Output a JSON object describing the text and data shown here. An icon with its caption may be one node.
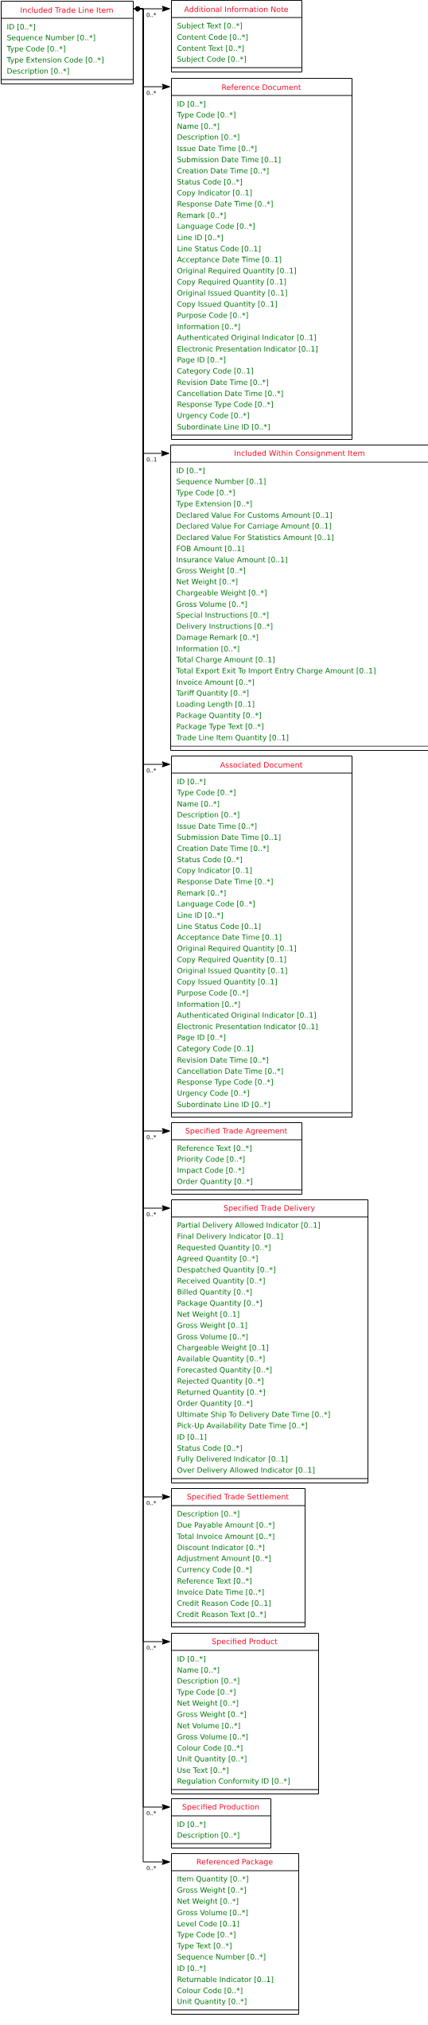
{
  "diagram": {
    "nodes": [
      {
        "text": [
          "Included Trade Line Item",
          "ID [0..*]",
          "Sequence Number [0..*]",
          "Type Code [0..*]",
          "Type Extension Code [0..*]",
          "Description [0..*]"
        ]
      },
      {
        "text": [
          "Additional Information Note",
          "Subject Text [0..*]",
          "Content Code [0..*]",
          "Content Text [0..*]",
          "Subject Code [0..*]"
        ]
      },
      {
        "text": [
          "Reference Document",
          "ID [0..*]",
          "Type Code [0..*]",
          "Name [0..*]",
          "Description [0..*]",
          "Issue Date Time [0..*]",
          "Submission Date Time [0..1]",
          "Creation Date Time [0..*]",
          "Status Code [0..*]",
          "Copy Indicator [0..1]",
          "Response Date Time [0..*]",
          "Remark [0..*]",
          "Language Code [0..*]",
          "Line ID [0..*]",
          "Line Status Code [0..1]",
          "Acceptance Date Time [0..1]",
          "Original Required Quantity [0..1]",
          "Copy Required Quantity [0..1]",
          "Original Issued Quantity [0..1]",
          "Copy Issued Quantity [0..1]",
          "Purpose Code [0..*]",
          "Information [0..*]",
          "Authenticated Original Indicator [0..1]",
          "Electronic Presentation Indicator [0..1]",
          "Page ID [0..*]",
          "Category Code [0..1]",
          "Revision Date Time [0..*]",
          "Cancellation Date Time [0..*]",
          "Response Type Code [0..*]",
          "Urgency Code [0..*]",
          "Subordinate Line ID [0..*]"
        ]
      },
      {
        "text": [
          "Included Within Consignment Item",
          "ID [0..*]",
          "Sequence Number [0..1]",
          "Type Code [0..*]",
          "Type Extension [0..*]",
          "Declared Value For Customs Amount [0..1]",
          "Declared Value For Carriage Amount [0..1]",
          "Declared Value For Statistics Amount [0..1]",
          "FOB Amount [0..1]",
          "Insurance Value Amount [0..1]",
          "Gross Weight [0..*]",
          "Net Weight [0..*]",
          "Chargeable Weight [0..*]",
          "Gross Volume [0..*]",
          "Special Instructions [0..*]",
          "Delivery Instructions [0..*]",
          "Damage Remark [0..*]",
          "Information [0..*]",
          "Total Charge Amount [0..1]",
          "Total Export Exit To Import Entry Charge Amount [0..1]",
          "Invoice Amount [0..*]",
          "Tariff Quantity [0..*]",
          "Loading Length [0..1]",
          "Package Quantity [0..*]",
          "Package Type Text [0..*]",
          "Trade Line Item Quantity [0..1]"
        ]
      },
      {
        "text": [
          "Associated Document",
          "ID [0..*]",
          "Type Code [0..*]",
          "Name [0..*]",
          "Description [0..*]",
          "Issue Date Time [0..*]",
          "Submission Date Time [0..1]",
          "Creation Date Time [0..*]",
          "Status Code [0..*]",
          "Copy Indicator [0..1]",
          "Response Date Time [0..*]",
          "Remark [0..*]",
          "Language Code [0..*]",
          "Line ID [0..*]",
          "Line Status Code [0..1]",
          "Acceptance Date Time [0..1]",
          "Original Required Quantity [0..1]",
          "Copy Required Quantity [0..1]",
          "Original Issued Quantity [0..1]",
          "Copy Issued Quantity [0..1]",
          "Purpose Code [0..*]",
          "Information [0..*]",
          "Authenticated Original Indicator [0..1]",
          "Electronic Presentation Indicator [0..1]",
          "Page ID [0..*]",
          "Category Code [0..1]",
          "Revision Date Time [0..*]",
          "Cancellation Date Time [0..*]",
          "Response Type Code [0..*]",
          "Urgency Code [0..*]",
          "Subordinate Line ID [0..*]"
        ]
      },
      {
        "text": [
          "Specified Trade Agreement",
          "Reference Text [0..*]",
          "Priority Code [0..*]",
          "Impact Code [0..*]",
          "Order Quantity [0..*]"
        ]
      },
      {
        "text": [
          "Specified Trade Delivery",
          "Partial Delivery Allowed Indicator [0..1]",
          "Final Delivery Indicator [0..1]",
          "Requested Quantity [0..*]",
          "Agreed Quantity [0..*]",
          "Despatched Quantity [0..*]",
          "Received Quantity [0..*]",
          "Billed Quantity [0..*]",
          "Package Quantity [0..*]",
          "Net Weight [0..1]",
          "Gross Weight [0..1]",
          "Gross Volume [0..*]",
          "Chargeable Weight [0..1]",
          "Available Quantity [0..*]",
          "Forecasted Quantity [0..*]",
          "Rejected Quantity [0..*]",
          "Returned Quantity [0..*]",
          "Order Quantity [0..*]",
          "Ultimate Ship To Delivery Date Time [0..*]",
          "Pick-Up Availability Date Time [0..*]",
          "ID [0..1]",
          "Status Code [0..*]",
          "Fully Delivered Indicator [0..1]",
          "Over Delivery Allowed Indicator [0..1]"
        ]
      },
      {
        "text": [
          "Specified Trade Settlement",
          "Description [0..*]",
          "Due Payable Amount [0..*]",
          "Total Invoice Amount [0..*]",
          "Discount Indicator [0..*]",
          "Adjustment Amount [0..*]",
          "Currency Code [0..*]",
          "Reference Text [0..*]",
          "Invoice Date Time [0..*]",
          "Credit Reason Code [0..1]",
          "Credit Reason Text [0..*]"
        ]
      },
      {
        "text": [
          "Specified Product",
          "ID [0..*]",
          "Name [0..*]",
          "Description [0..*]",
          "Type Code [0..*]",
          "Net Weight [0..*]",
          "Gross Weight [0..*]",
          "Net Volume [0..*]",
          "Gross Volume [0..*]",
          "Colour Code [0..*]",
          "Unit Quantity [0..*]",
          "Use Text [0..*]",
          "Regulation Conformity ID [0..*]"
        ]
      },
      {
        "text": [
          "Specified Production",
          "ID [0..*]",
          "Description [0..*]"
        ]
      },
      {
        "text": [
          "Referenced Package",
          "Item Quantity [0..*]",
          "Gross Weight [0..*]",
          "Net Weight [0..*]",
          "Gross Volume [0..*]",
          "Level Code [0..1]",
          "Type Code [0..*]",
          "Type Text [0..*]",
          "Sequence Number [0..*]",
          "ID [0..*]",
          "Returnable Indicator [0..1]",
          "Colour Code [0..*]",
          "Unit Quantity [0..*]"
        ]
      }
    ],
    "edges": [
      {
        "from": 0,
        "to": 1,
        "arrow": "to",
        "label": "0..*"
      },
      {
        "from": 0,
        "to": 2,
        "arrow": "to",
        "label": "0..*"
      },
      {
        "from": 0,
        "to": 3,
        "arrow": "to",
        "label": "0..1"
      },
      {
        "from": 0,
        "to": 4,
        "arrow": "to",
        "label": "0..*"
      },
      {
        "from": 0,
        "to": 5,
        "arrow": "to",
        "label": "0..*"
      },
      {
        "from": 0,
        "to": 6,
        "arrow": "to",
        "label": "0..*"
      },
      {
        "from": 0,
        "to": 7,
        "arrow": "to",
        "label": "0..*"
      },
      {
        "from": 0,
        "to": 8,
        "arrow": "to",
        "label": "0..*"
      },
      {
        "from": 0,
        "to": 9,
        "arrow": "to",
        "label": "0..*"
      },
      {
        "from": 0,
        "to": 10,
        "arrow": "to",
        "label": "0..*"
      }
    ]
  }
}
